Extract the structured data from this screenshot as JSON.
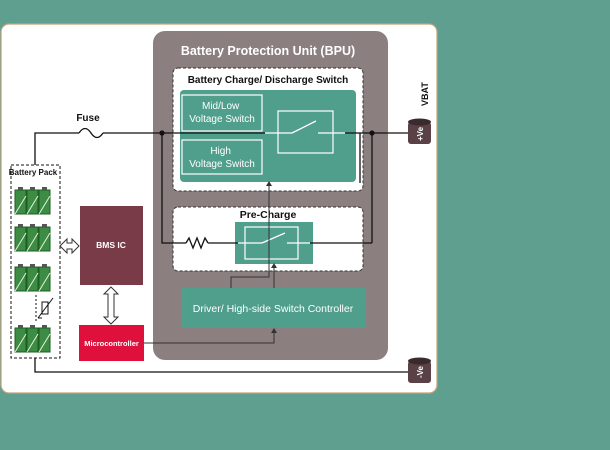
{
  "colors": {
    "background": "#5f9f90",
    "panel": "#ffffff",
    "panel_border": "#c8a27a",
    "bpu_fill": "#8b7f80",
    "block_green": "#4f9f8c",
    "bms_fill": "#7a3b48",
    "micro_fill": "#e0103c",
    "terminal": "#5a4146",
    "battery_green": "#3c8c43"
  },
  "diagram": {
    "vbat_label": "VBAT",
    "fuse_label": "Fuse",
    "battery_pack_label": "Battery Pack",
    "bpu_title": "Battery Protection Unit (BPU)",
    "switch_group_title": "Battery Charge/ Discharge Switch",
    "mid_low_switch": [
      "Mid/Low",
      "Voltage Switch"
    ],
    "high_switch": [
      "High",
      "Voltage Switch"
    ],
    "precharge_title": "Pre-Charge",
    "driver_label": "Driver/ High-side Switch Controller",
    "bms_label": "BMS IC",
    "micro_label": "Microcontroller",
    "positive_terminal": "+Ve",
    "negative_terminal": "-Ve"
  }
}
